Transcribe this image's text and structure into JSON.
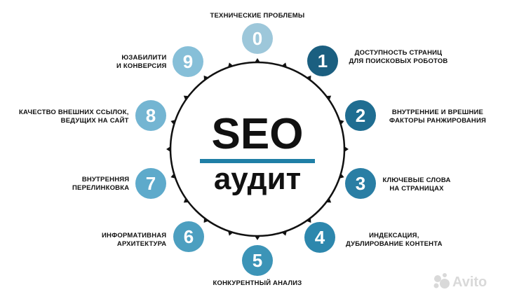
{
  "center": {
    "line1": "SEO",
    "line2": "аудит"
  },
  "steps": [
    {
      "number": "0",
      "color": "#9dc7da",
      "lines": [
        "технические проблемы"
      ]
    },
    {
      "number": "1",
      "color": "#1b5f80",
      "lines": [
        "доступность страниц",
        "для поисковых роботов"
      ]
    },
    {
      "number": "2",
      "color": "#1f6d91",
      "lines": [
        "внутренние и врешние",
        "факторы ранжирования"
      ]
    },
    {
      "number": "3",
      "color": "#2a7ea4",
      "lines": [
        "ключевые слова",
        "на страницах"
      ]
    },
    {
      "number": "4",
      "color": "#2d87ad",
      "lines": [
        "индексация,",
        "дублирование контента"
      ]
    },
    {
      "number": "5",
      "color": "#3c94b7",
      "lines": [
        "конкурентный анализ"
      ]
    },
    {
      "number": "6",
      "color": "#4c9fc0",
      "lines": [
        "информативная",
        "архитектура"
      ]
    },
    {
      "number": "7",
      "color": "#5eaacb",
      "lines": [
        "внутренняя",
        "перелинковка"
      ]
    },
    {
      "number": "8",
      "color": "#74b5d2",
      "lines": [
        "качество внешних ссылок,",
        "ведущих на сайт"
      ]
    },
    {
      "number": "9",
      "color": "#86bfd8",
      "lines": [
        "юзабилити",
        "и конверсия"
      ]
    }
  ],
  "watermark": {
    "brand": "Avito"
  },
  "colors": {
    "ring": "#111111",
    "underline": "#1f7fa6",
    "text": "#111111"
  }
}
